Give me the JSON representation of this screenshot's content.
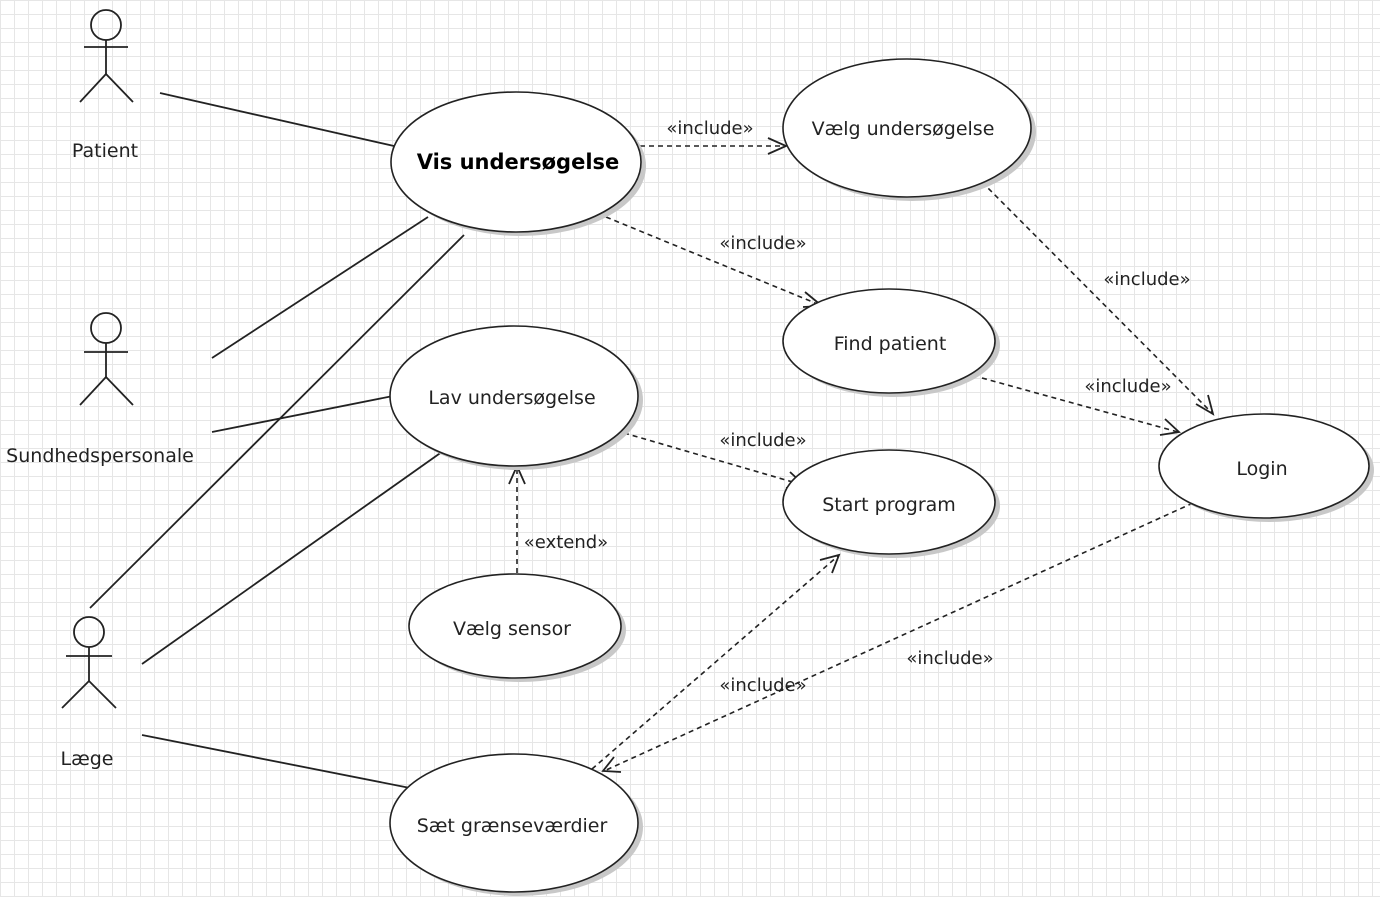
{
  "actors": {
    "patient": "Patient",
    "sundhedspersonale": "Sundhedspersonale",
    "laege": "Læge"
  },
  "use_cases": {
    "vis_undersoegelse": "Vis undersøgelse",
    "vaelg_undersoegelse": "Vælg undersøgelse",
    "find_patient": "Find patient",
    "lav_undersoegelse": "Lav undersøgelse",
    "start_program": "Start program",
    "login": "Login",
    "vaelg_sensor": "Vælg sensor",
    "saet_graensevaerdier": "Sæt grænseværdier"
  },
  "relations": {
    "include_vis_vaelg": "«include»",
    "include_vis_find": "«include»",
    "include_vaelg_login": "«include»",
    "include_find_login": "«include»",
    "include_lav_start": "«include»",
    "extend_sensor_lav": "«extend»",
    "include_saet_start": "«include»",
    "include_saet_login": "«include»"
  }
}
